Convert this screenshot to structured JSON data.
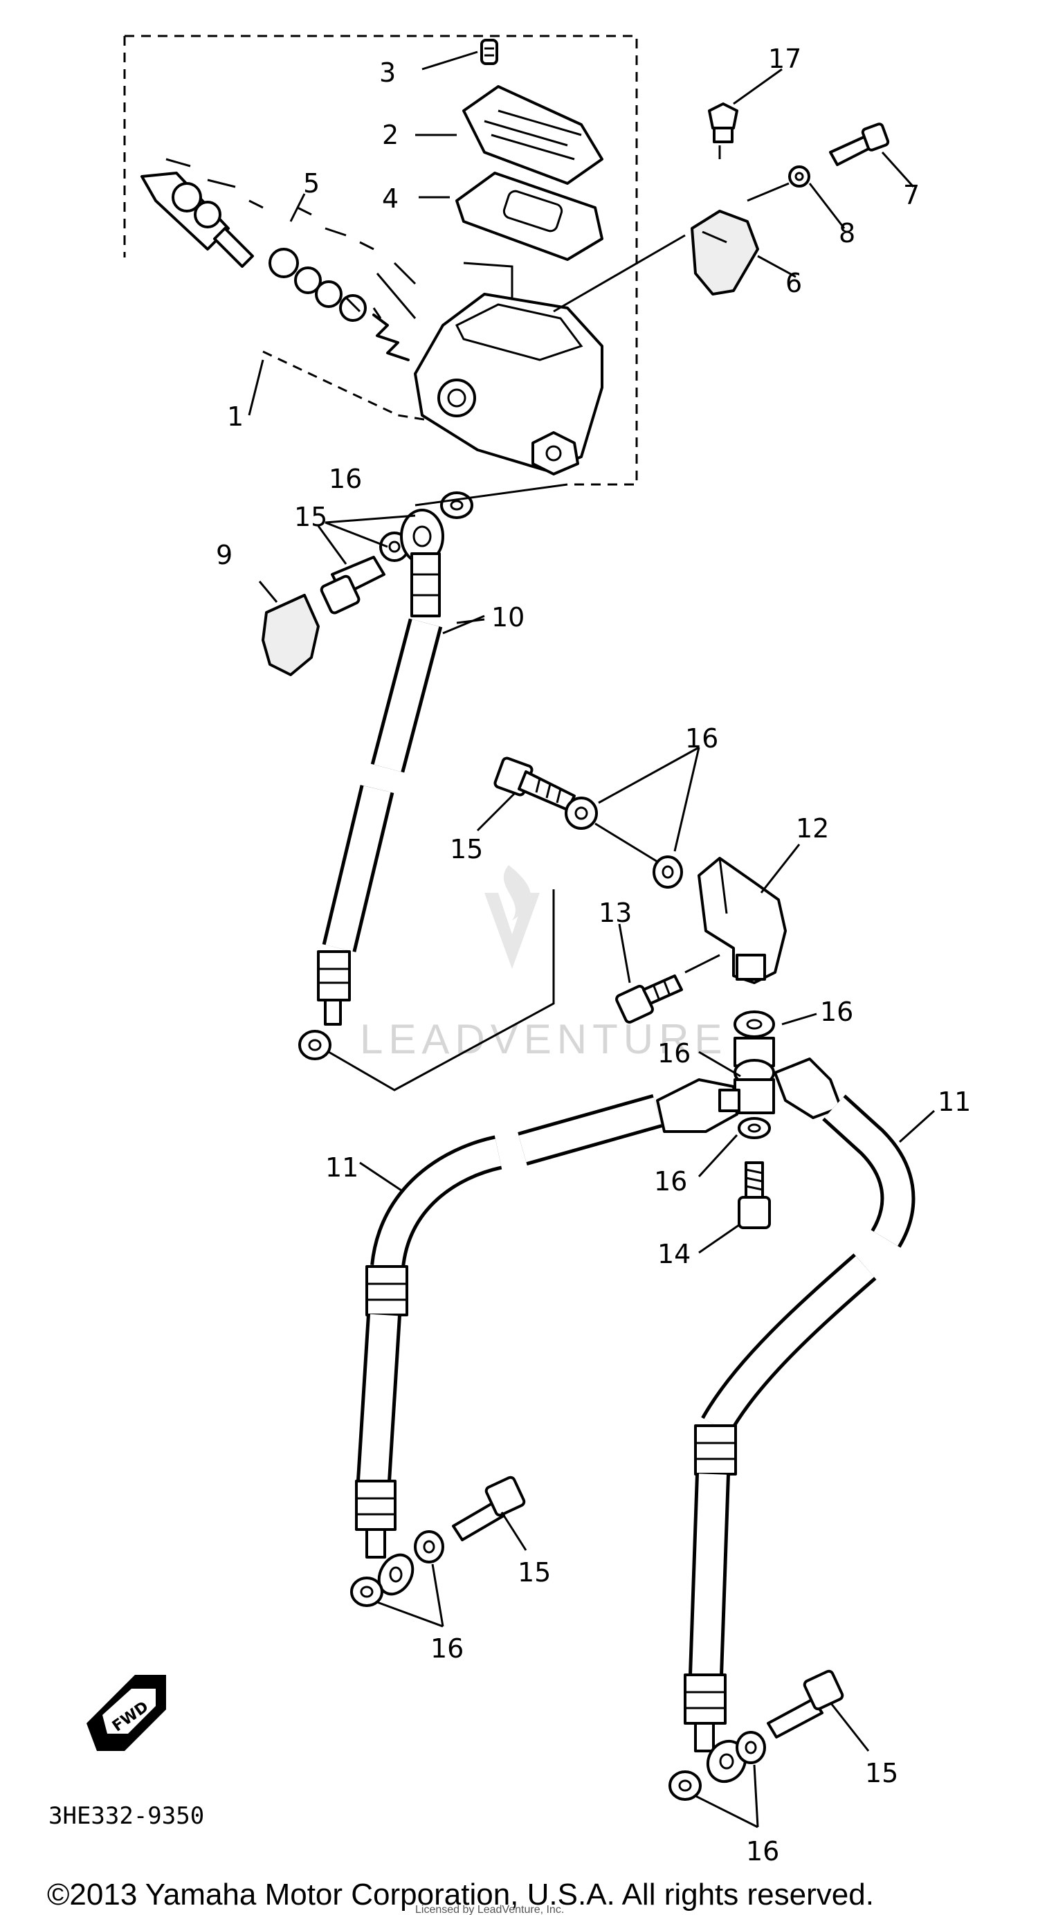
{
  "diagram": {
    "callouts": [
      "1",
      "2",
      "3",
      "4",
      "5",
      "6",
      "7",
      "8",
      "9",
      "10",
      "11",
      "12",
      "13",
      "14",
      "15",
      "16",
      "17"
    ],
    "part_number": "3HE332-9350",
    "direction_badge": "FWD",
    "watermark": "LEADVENTURE",
    "copyright": "©2013 Yamaha Motor Corporation, U.S.A. All rights reserved.",
    "fine_print": "Licensed by LeadVenture, Inc."
  }
}
